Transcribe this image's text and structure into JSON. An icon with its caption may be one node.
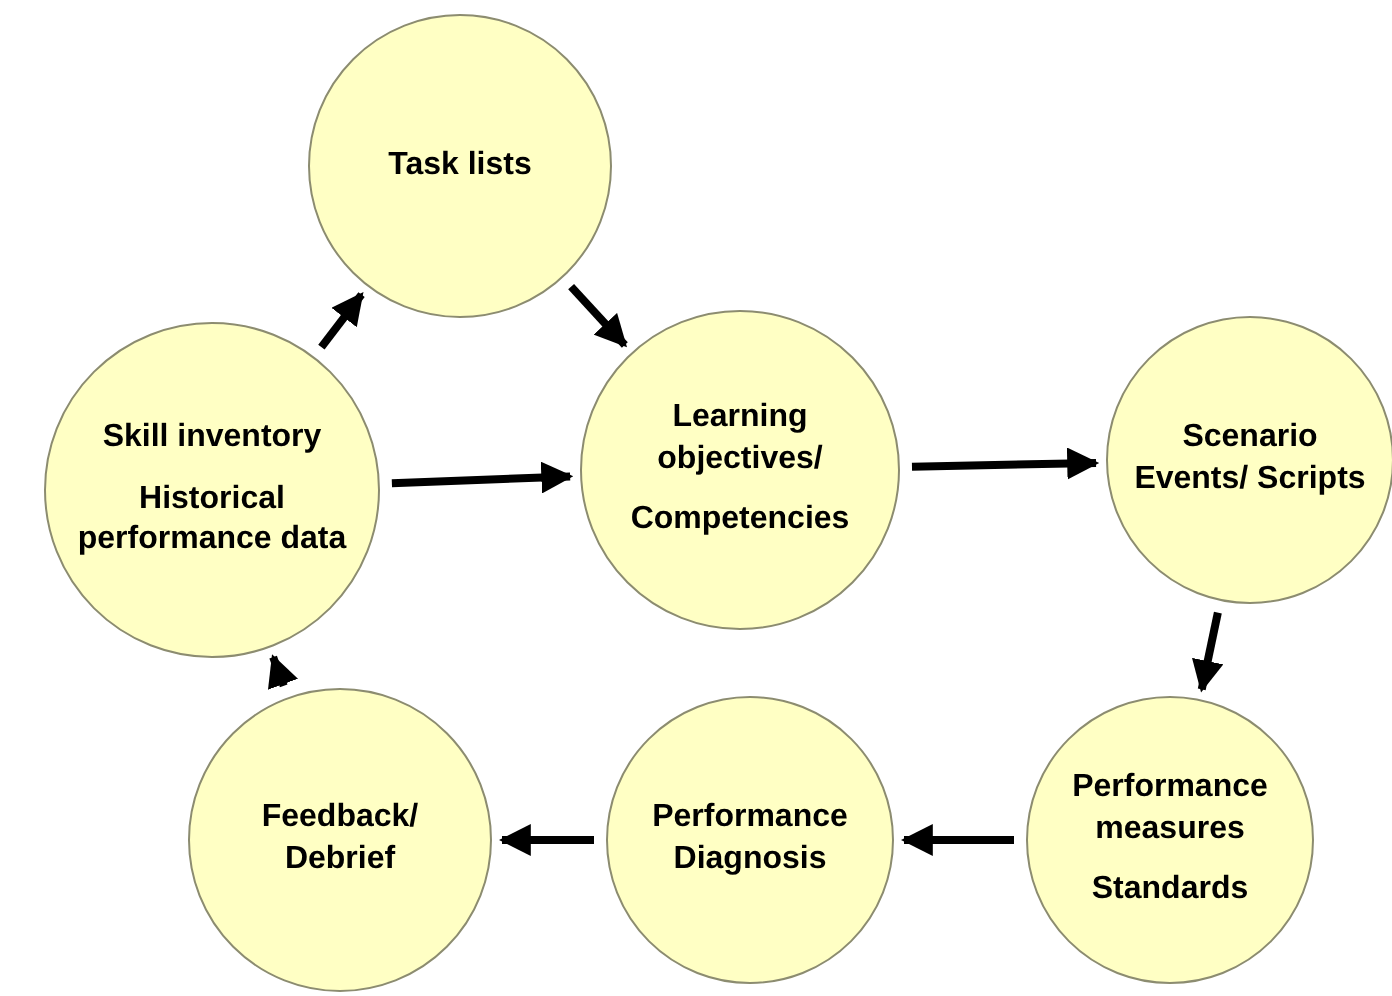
{
  "diagram": {
    "nodes": [
      {
        "text": [
          "Task lists"
        ]
      },
      {
        "text": [
          "Skill inventory",
          "Historical performance data"
        ]
      },
      {
        "text": [
          "Learning objectives/",
          "Competencies"
        ]
      },
      {
        "text": [
          "Scenario Events/ Scripts"
        ]
      },
      {
        "text": [
          "Performance measures",
          "Standards"
        ]
      },
      {
        "text": [
          "Performance Diagnosis"
        ]
      },
      {
        "text": [
          "Feedback/ Debrief"
        ]
      }
    ],
    "edges": [
      {
        "from": 1,
        "to": 0,
        "arrow": "to"
      },
      {
        "from": 0,
        "to": 2,
        "arrow": "to"
      },
      {
        "from": 1,
        "to": 2,
        "arrow": "to"
      },
      {
        "from": 2,
        "to": 3,
        "arrow": "to"
      },
      {
        "from": 3,
        "to": 4,
        "arrow": "to"
      },
      {
        "from": 4,
        "to": 5,
        "arrow": "to"
      },
      {
        "from": 5,
        "to": 6,
        "arrow": "to"
      },
      {
        "from": 6,
        "to": 1,
        "arrow": "to"
      }
    ]
  }
}
